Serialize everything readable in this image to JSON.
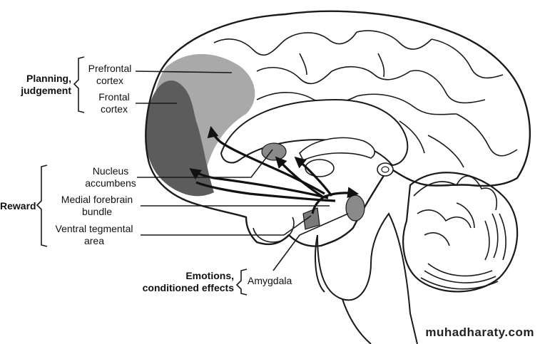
{
  "groups": {
    "planning": [
      "Planning,",
      "judgement"
    ],
    "reward": "Reward",
    "emotions": [
      "Emotions,",
      "conditioned effects"
    ]
  },
  "labels": {
    "prefrontal": [
      "Prefrontal",
      "cortex"
    ],
    "frontal": [
      "Frontal",
      "cortex"
    ],
    "nucleus": [
      "Nucleus",
      "accumbens"
    ],
    "mfb": [
      "Medial forebrain",
      "bundle"
    ],
    "vta": [
      "Ventral tegmental",
      "area"
    ],
    "amygdala": "Amygdala"
  },
  "watermark": "muhadharaty.com",
  "colors": {
    "outline": "#1a1a1a",
    "prefrontal_fill": "#a9a9a9",
    "frontal_fill": "#5c5c5c",
    "nuclei_fill": "#8a8a8a"
  }
}
